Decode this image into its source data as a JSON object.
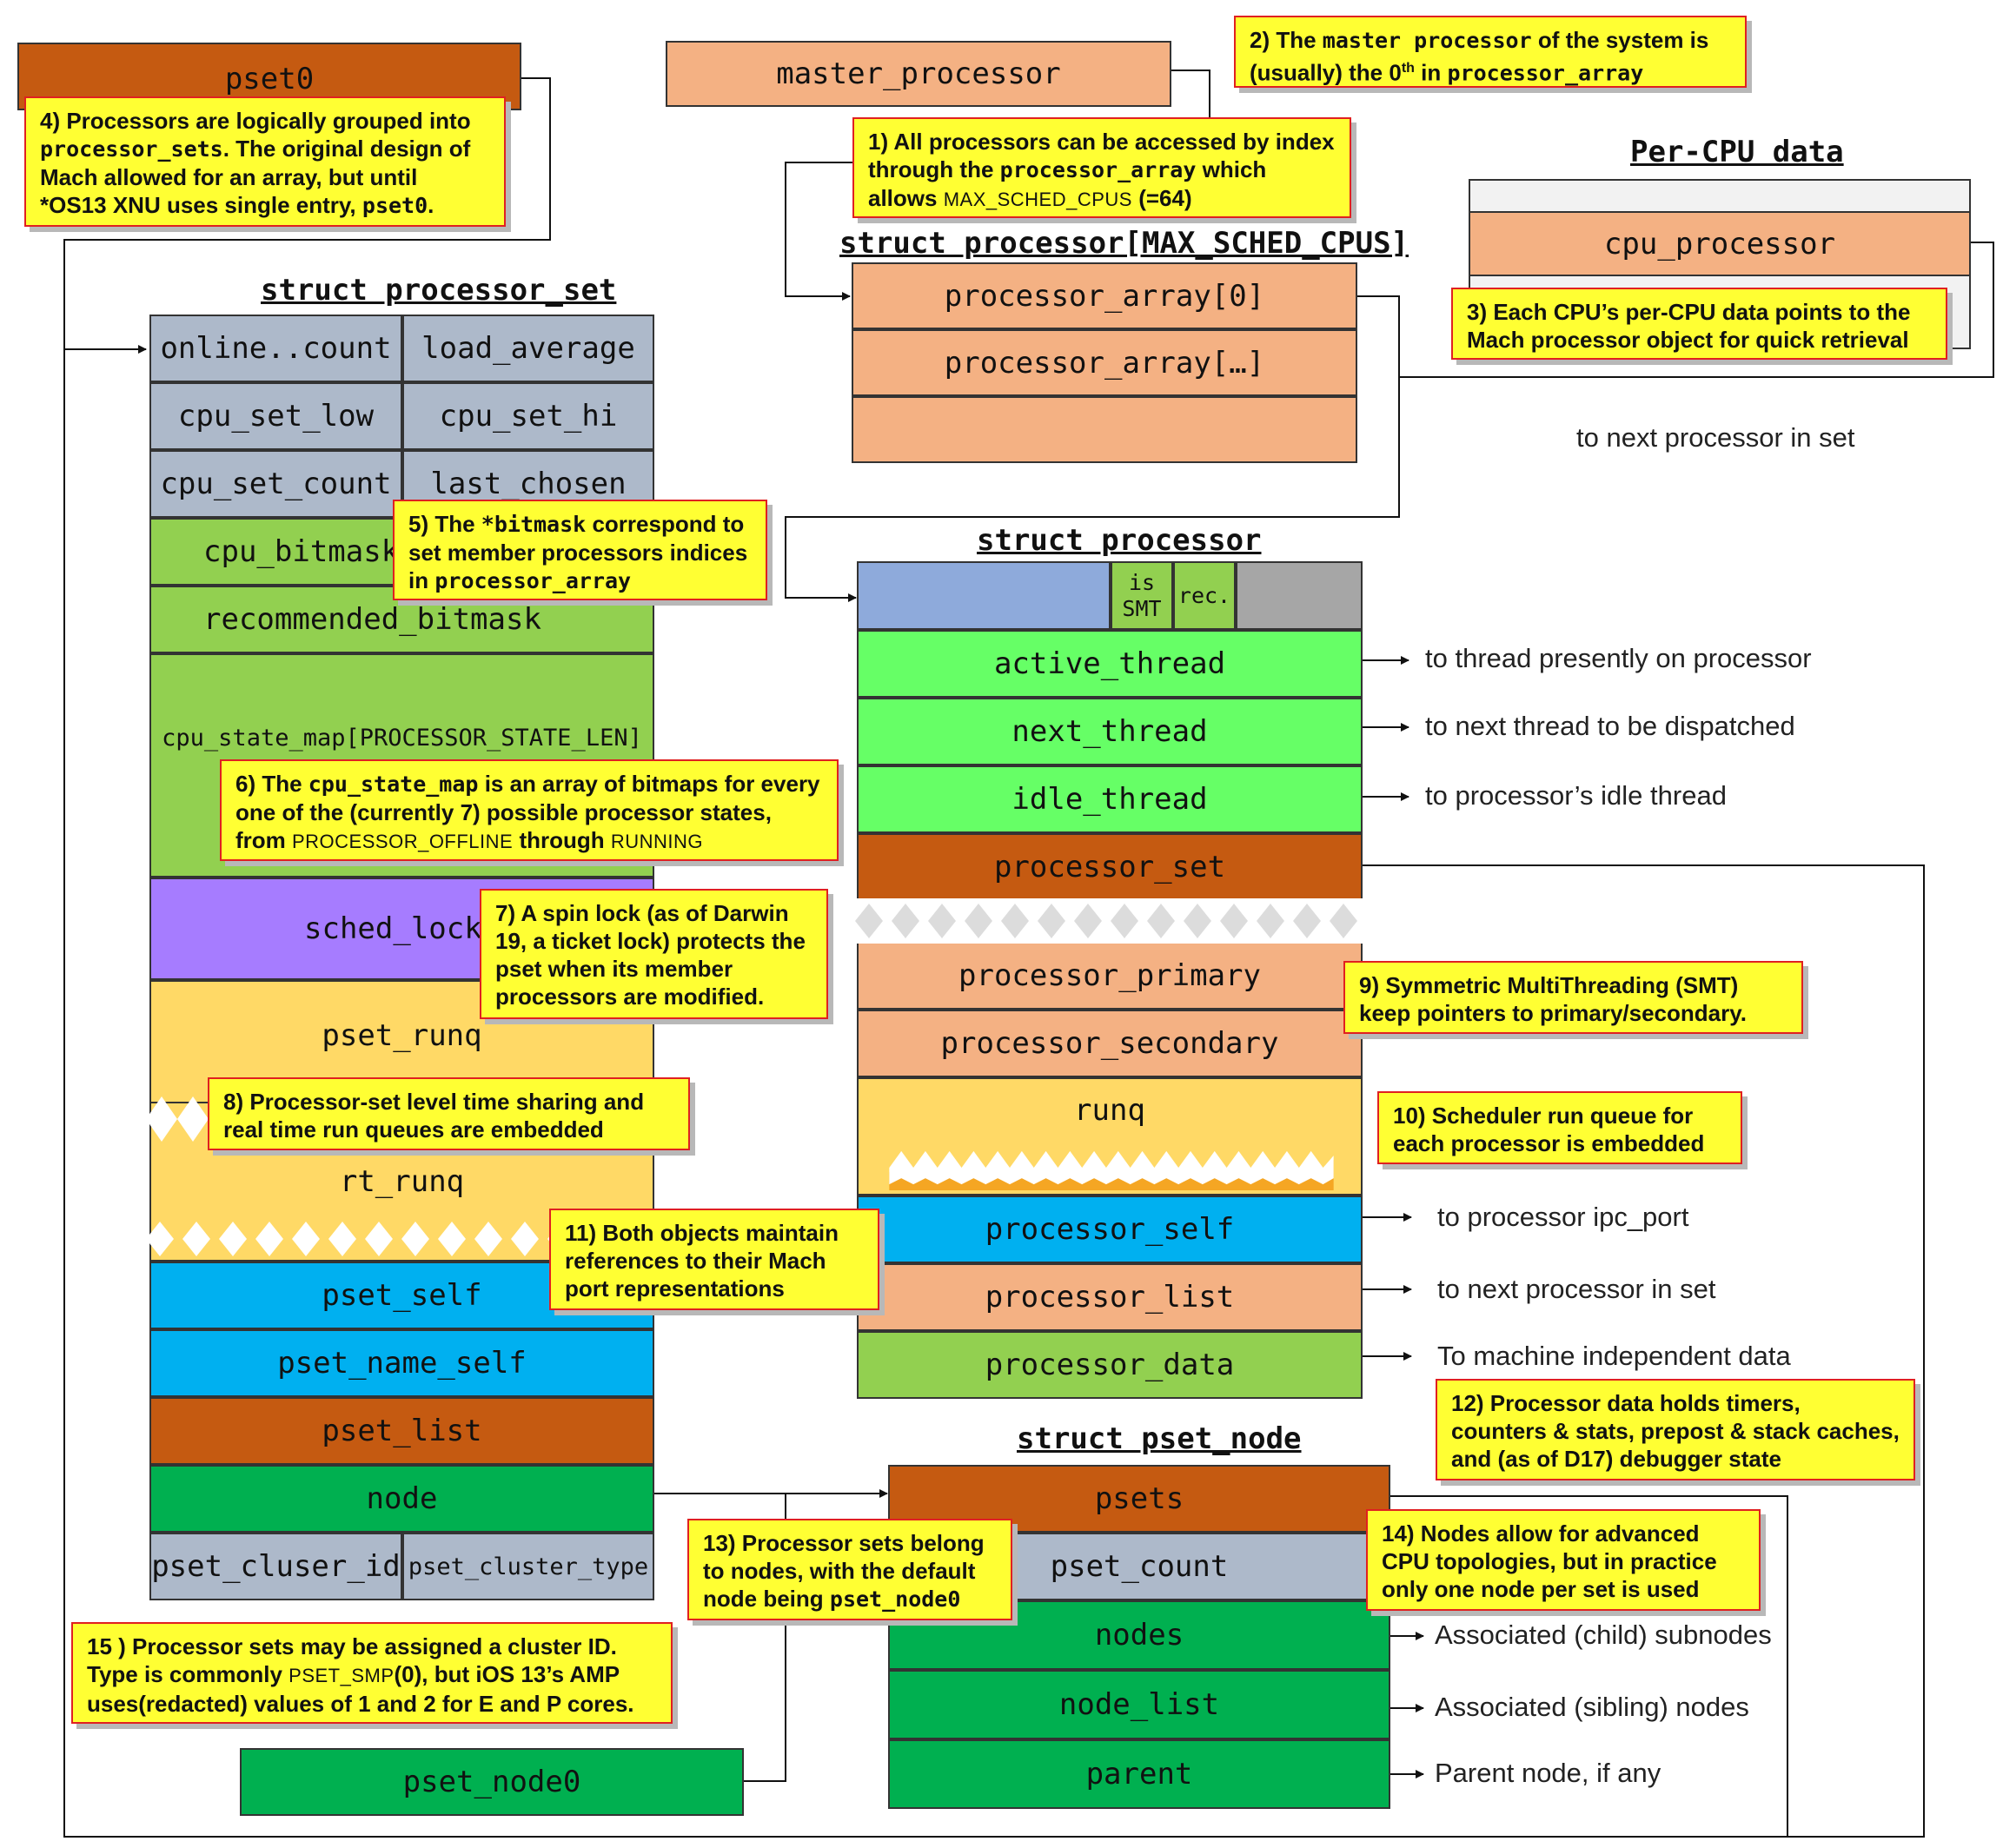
{
  "titles": {
    "processor_set": "struct processor_set",
    "processor_array": "struct processor[MAX_SCHED_CPUS]",
    "processor": "struct processor",
    "pset_node": "struct pset_node",
    "per_cpu": "Per-CPU data"
  },
  "top_boxes": {
    "pset0": "pset0",
    "master_processor": "master_processor",
    "cpu_processor": "cpu_processor",
    "pset_node0": "pset_node0"
  },
  "processor_array": [
    "processor_array[0]",
    "processor_array[…]"
  ],
  "processor_set_fields": {
    "online_count": "online..count",
    "load_average": "load_average",
    "cpu_set_low": "cpu_set_low",
    "cpu_set_hi": "cpu_set_hi",
    "cpu_set_count": "cpu_set_count",
    "last_chosen": "last_chosen",
    "cpu_bitmask": "cpu_bitmask",
    "recommended_bitmask": "recommended_bitmask",
    "cpu_state_map": "cpu_state_map[PROCESSOR_STATE_LEN]",
    "sched_lock": "sched_lock",
    "pset_runq": "pset_runq",
    "rt_runq": "rt_runq",
    "pset_self": "pset_self",
    "pset_name_self": "pset_name_self",
    "pset_list": "pset_list",
    "node": "node",
    "pset_cluser_id": "pset_cluser_id",
    "pset_cluster_type": "pset_cluster_type"
  },
  "processor_fields": {
    "is_smt": "is SMT",
    "rec": "rec.",
    "active_thread": "active_thread",
    "next_thread": "next_thread",
    "idle_thread": "idle_thread",
    "processor_set": "processor_set",
    "processor_primary": "processor_primary",
    "processor_secondary": "processor_secondary",
    "runq": "runq",
    "processor_self": "processor_self",
    "processor_list": "processor_list",
    "processor_data": "processor_data"
  },
  "pset_node_fields": {
    "psets": "psets",
    "pset_count": "pset_count",
    "nodes": "nodes",
    "node_list": "node_list",
    "parent": "parent"
  },
  "pointer_labels": {
    "to_next_processor_top": "to next processor in set",
    "to_thread_present": "to thread presently on processor",
    "to_next_thread": "to next thread to be dispatched",
    "to_idle_thread": "to processor’s idle thread",
    "to_ipc_port": "to processor ipc_port",
    "to_next_processor": "to next processor in set",
    "to_machine_data": "To machine independent data",
    "child_subnodes": "Associated (child) subnodes",
    "sibling_nodes": "Associated (sibling) nodes",
    "parent_node": "Parent node, if any"
  },
  "notes": {
    "n1": {
      "p1": "1) All processors can be accessed by index  through the ",
      "c1": "processor_array",
      "p2": " which allows ",
      "c2": "MAX_SCHED_CPUS",
      "p3": " (=64)"
    },
    "n2": {
      "p1": "2) The ",
      "c1": "master processor",
      "p2": " of the system is (usually) the 0",
      "sup": "th",
      "p3": "  in ",
      "c2": "processor_array"
    },
    "n3": "3) Each CPU’s per-CPU data points to the Mach processor object for quick retrieval",
    "n4": {
      "p1": "4) Processors are logically grouped into ",
      "c1": "processor_sets",
      "p2": ". The original design of Mach allowed for an array, but until *OS13 XNU uses single entry, ",
      "c2": "pset0",
      "p3": "."
    },
    "n5": {
      "p1": "5)  The ",
      "c1": "*bitmask",
      "p2": " correspond to set member processors indices in ",
      "c2": "processor_array"
    },
    "n6": {
      "p1": "6)  The ",
      "c1": "cpu_state_map",
      "p2": "  is an array of bitmaps for every one of the (currently 7) possible processor states, from ",
      "c2": "PROCESSOR_OFFLINE",
      "p3": " through ",
      "c3": "RUNNING"
    },
    "n7": "7)  A spin lock (as of Darwin 19, a ticket lock) protects the pset when its member processors are modified.",
    "n8": "8) Processor-set level time sharing and real time run queues are embedded",
    "n9": "9) Symmetric MultiThreading (SMT) keep pointers to  primary/secondary.",
    "n10": "10) Scheduler run queue for each processor is embedded",
    "n11": "11) Both objects maintain references to their Mach port representations",
    "n12": "12) Processor data holds timers, counters & stats, prepost & stack caches, and (as of D17) debugger state",
    "n13": {
      "p1": "13) Processor sets belong to nodes, with the default node being ",
      "c1": "pset_node0"
    },
    "n14": "14) Nodes allow for advanced CPU topologies, but in practice only one node per set is used",
    "n15": {
      "p1": "15 ) Processor sets may be assigned a cluster ID. Type is commonly ",
      "c1": "PSET_SMP",
      "p2": "(0), but iOS 13’s AMP uses(redacted) values of 1 and 2 for E and P cores."
    }
  },
  "colors": {
    "brown": "#c55a11",
    "salmon": "#f4b183",
    "gray_blue": "#adb9ca",
    "light_green": "#92d050",
    "bright_green": "#66ff66",
    "purple": "#a67cff",
    "yellow_orange": "#ffd966",
    "cyan": "#00b0f0",
    "dark_green": "#00b050",
    "steel_blue": "#8eaadb",
    "gray": "#a6a6a6",
    "note_yellow": "#ffff33",
    "note_border": "#e02020"
  }
}
